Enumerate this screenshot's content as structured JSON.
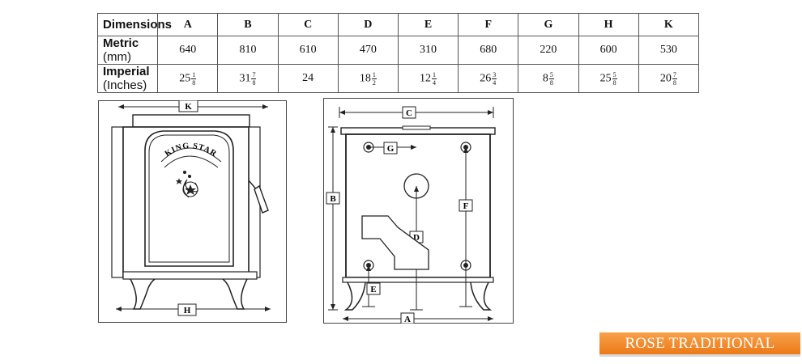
{
  "table": {
    "corner_label": "Dimensions",
    "columns": [
      "A",
      "B",
      "C",
      "D",
      "E",
      "F",
      "G",
      "H",
      "K"
    ],
    "metric": {
      "label_bold": "Metric",
      "label_unit": " (mm)",
      "values": [
        "640",
        "810",
        "610",
        "470",
        "310",
        "680",
        "220",
        "600",
        "530"
      ]
    },
    "imperial": {
      "label_bold": "Imperial",
      "label_unit": " (Inches)",
      "values": [
        {
          "whole": "25",
          "num": "1",
          "den": "8"
        },
        {
          "whole": "31",
          "num": "7",
          "den": "8"
        },
        {
          "whole": "24",
          "num": "",
          "den": ""
        },
        {
          "whole": "18",
          "num": "1",
          "den": "2"
        },
        {
          "whole": "12",
          "num": "1",
          "den": "4"
        },
        {
          "whole": "26",
          "num": "3",
          "den": "4"
        },
        {
          "whole": "8",
          "num": "5",
          "den": "8"
        },
        {
          "whole": "25",
          "num": "5",
          "den": "8"
        },
        {
          "whole": "20",
          "num": "7",
          "den": "8"
        }
      ]
    }
  },
  "front_view": {
    "label_k": "K",
    "label_h": "H",
    "brand": "KING STAR"
  },
  "side_view": {
    "label_a": "A",
    "label_b": "B",
    "label_c": "C",
    "label_d": "D",
    "label_e": "E",
    "label_f": "F",
    "label_g": "G"
  },
  "badge": {
    "text": "ROSE TRADITIONAL",
    "color": "#ef8326"
  }
}
